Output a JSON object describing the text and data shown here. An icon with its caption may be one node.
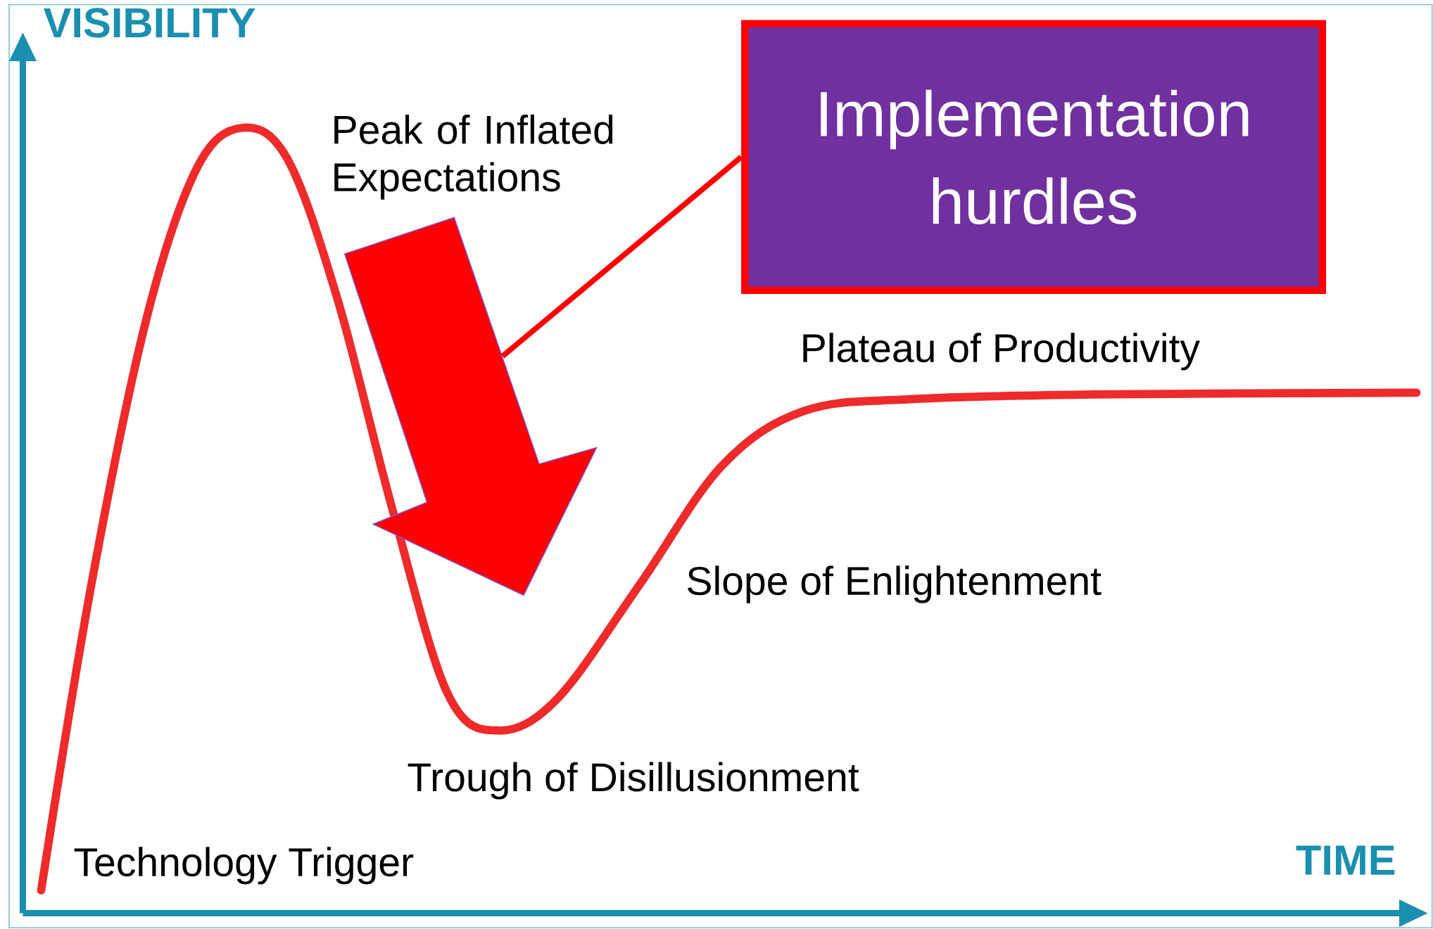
{
  "diagram": {
    "nodes": [
      {
        "text": [
          "Implementation hurdles"
        ]
      },
      {
        "text": [],
        "shape": "arrow"
      }
    ],
    "edges": [
      {
        "from": 0,
        "to": 1,
        "arrow": "none"
      }
    ],
    "labels": [
      "VISIBILITY",
      "Peak of Inflated Expectations",
      "Plateau of Productivity",
      "Slope of Enlightenment",
      "Trough of Disillusionment",
      "Technology Trigger",
      "TIME"
    ]
  }
}
